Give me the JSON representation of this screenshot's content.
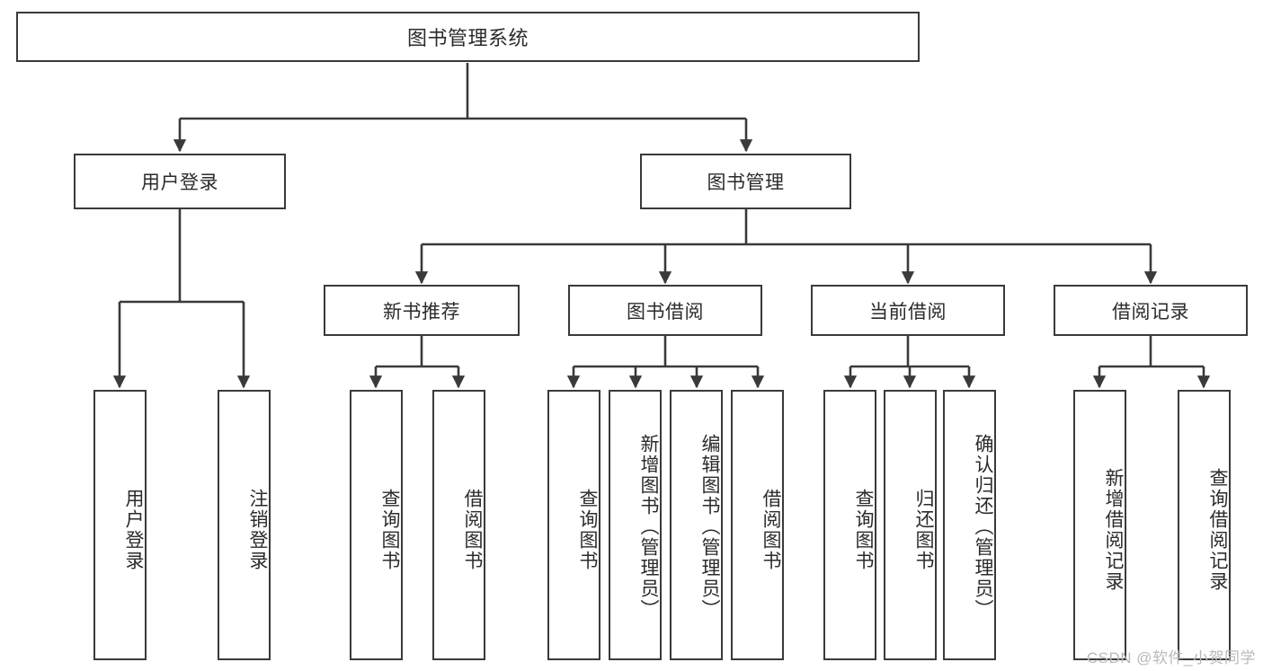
{
  "diagram": {
    "type": "tree-hierarchy",
    "title": "图书管理系统",
    "orientation": "top-down",
    "colors": {
      "stroke": "#3a3a3a",
      "text": "#2b2b2b",
      "background": "#ffffff",
      "watermark": "#b9b9b9"
    },
    "root": {
      "label": "图书管理系统"
    },
    "level1": [
      {
        "label": "用户登录"
      },
      {
        "label": "图书管理"
      }
    ],
    "level2": [
      {
        "label": "新书推荐"
      },
      {
        "label": "图书借阅"
      },
      {
        "label": "当前借阅"
      },
      {
        "label": "借阅记录"
      }
    ],
    "leaves": {
      "user_login": [
        {
          "label": "用户登录"
        },
        {
          "label": "注销登录"
        }
      ],
      "new_book_recommend": [
        {
          "label": "查询图书"
        },
        {
          "label": "借阅图书"
        }
      ],
      "book_borrow": [
        {
          "label": "查询图书"
        },
        {
          "label": "新增图书（管理员）"
        },
        {
          "label": "编辑图书（管理员）"
        },
        {
          "label": "借阅图书"
        }
      ],
      "current_borrow": [
        {
          "label": "查询图书"
        },
        {
          "label": "归还图书"
        },
        {
          "label": "确认归还（管理员）"
        }
      ],
      "borrow_record": [
        {
          "label": "新增借阅记录"
        },
        {
          "label": "查询借阅记录"
        }
      ]
    }
  },
  "watermark": {
    "text": "CSDN @软件_小贺同学"
  }
}
